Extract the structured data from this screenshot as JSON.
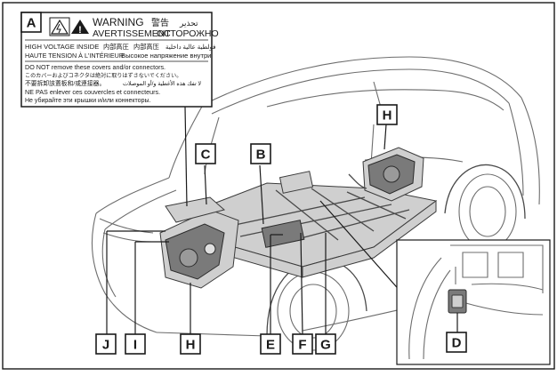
{
  "warning_label": {
    "tag": "A",
    "line_warning_en": "WARNING",
    "line_warning_cn": "警告",
    "line_warning_ar": "تحذير",
    "line_avert": "AVERTISSEMENT",
    "line_ostor": "ОСТОРОЖНО",
    "line_hv_en": "HIGH VOLTAGE INSIDE",
    "line_hv_jp": "内部高圧",
    "line_hv_cn": "内部高压",
    "line_hv_ar": "فولطية عالية داخلية",
    "line_hv_fr": "HAUTE TENSION À L'INTÉRIEUR",
    "line_hv_ru": "Высокое напряжение внутри",
    "line_dont_en": "DO NOT remove these covers and/or connectors.",
    "line_dont_jp": "このカバーおよびコネクタは絶対に取りはずさないでください。",
    "line_dont_cn": "不要拆卸該蓋板和/或連接器。",
    "line_dont_ar": "لا تفك هذه الأغطية و/أو الموصلات",
    "line_ne_fr": "NE PAS enlever ces couvercles et connecteurs.",
    "line_ne_ru": "Не убирайте эти крышки и/или коннекторы."
  },
  "callouts": [
    {
      "id": "callout-c",
      "letter": "C"
    },
    {
      "id": "callout-b",
      "letter": "B"
    },
    {
      "id": "callout-h-top",
      "letter": "H"
    },
    {
      "id": "callout-j",
      "letter": "J"
    },
    {
      "id": "callout-i",
      "letter": "I"
    },
    {
      "id": "callout-h-bottom",
      "letter": "H"
    },
    {
      "id": "callout-e",
      "letter": "E"
    },
    {
      "id": "callout-f",
      "letter": "F"
    },
    {
      "id": "callout-g",
      "letter": "G"
    },
    {
      "id": "callout-d",
      "letter": "D"
    }
  ]
}
